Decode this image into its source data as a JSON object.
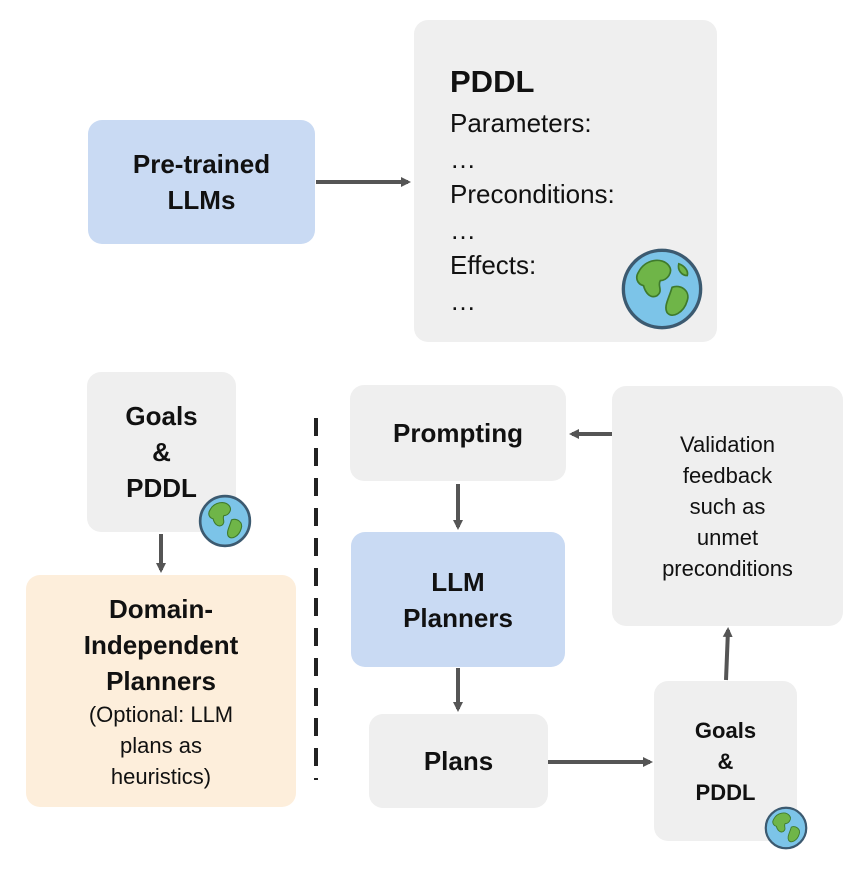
{
  "pretrained": {
    "line1": "Pre-trained",
    "line2": "LLMs"
  },
  "pddl_card": {
    "title": "PDDL",
    "lines": [
      "Parameters:",
      "…",
      "Preconditions:",
      "…",
      "Effects:",
      "…"
    ]
  },
  "goals_left": {
    "line1": "Goals",
    "line2": "&",
    "line3": "PDDL"
  },
  "domain_independent": {
    "line1": "Domain-",
    "line2": "Independent",
    "line3": "Planners",
    "note1": "(Optional: LLM",
    "note2": "plans as",
    "note3": "heuristics)"
  },
  "prompting": {
    "label": "Prompting"
  },
  "llm_planners": {
    "line1": "LLM",
    "line2": "Planners"
  },
  "plans": {
    "label": "Plans"
  },
  "validation": {
    "lines": [
      "Validation",
      "feedback",
      "such as",
      "unmet",
      "preconditions"
    ]
  },
  "goals_right": {
    "line1": "Goals",
    "line2": "&",
    "line3": "PDDL"
  },
  "colors": {
    "gray_box": "#efefef",
    "blue_box": "#c9daf3",
    "peach_box": "#fdeedb",
    "arrow": "#555555"
  },
  "icons": {
    "world": "globe-icon"
  }
}
